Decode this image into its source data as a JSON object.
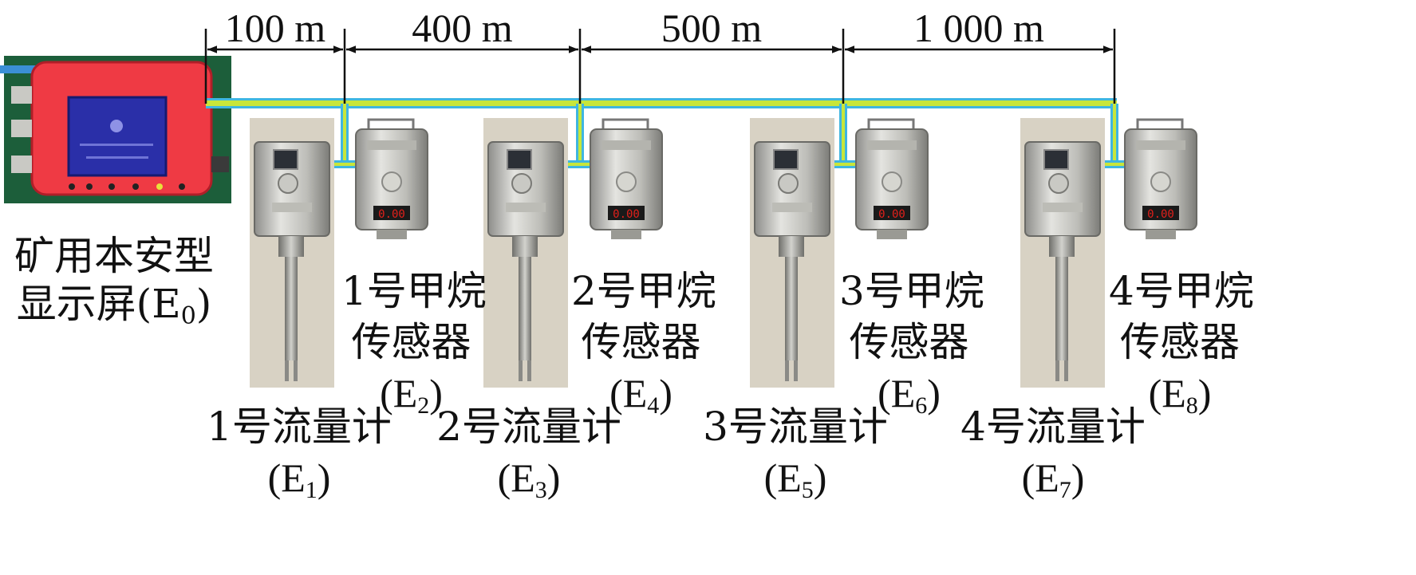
{
  "distances": [
    {
      "text": "100 m"
    },
    {
      "text": "400 m"
    },
    {
      "text": "500 m"
    },
    {
      "text": "1 000 m"
    }
  ],
  "display": {
    "line1": "矿用本安型",
    "line2_prefix": "显示屏(E",
    "sub": "0",
    "suffix": ")"
  },
  "sensors": [
    {
      "line1": "1号甲烷",
      "line2": "传感器",
      "code_prefix": "(E",
      "code_sub": "2",
      "code_suffix": ")",
      "reading": "0.00"
    },
    {
      "line1": "2号甲烷",
      "line2": "传感器",
      "code_prefix": "(E",
      "code_sub": "4",
      "code_suffix": ")",
      "reading": "0.00"
    },
    {
      "line1": "3号甲烷",
      "line2": "传感器",
      "code_prefix": "(E",
      "code_sub": "6",
      "code_suffix": ")",
      "reading": "0.00"
    },
    {
      "line1": "4号甲烷",
      "line2": "传感器",
      "code_prefix": "(E",
      "code_sub": "8",
      "code_suffix": ")",
      "reading": "0.00"
    }
  ],
  "flowmeters": [
    {
      "line1": "1号流量计",
      "code_prefix": "(E",
      "code_sub": "1",
      "code_suffix": ")"
    },
    {
      "line1": "2号流量计",
      "code_prefix": "(E",
      "code_sub": "3",
      "code_suffix": ")"
    },
    {
      "line1": "3号流量计",
      "code_prefix": "(E",
      "code_sub": "5",
      "code_suffix": ")"
    },
    {
      "line1": "4号流量计",
      "code_prefix": "(E",
      "code_sub": "7",
      "code_suffix": ")"
    }
  ],
  "colors": {
    "cable_outer": "#3fb6e0",
    "cable_inner": "#c8e63a",
    "display_body": "#ef3a44",
    "display_screen": "#2a2fa8",
    "display_bg": "#1c5e3a",
    "photo_bg": "#d8d2c4",
    "led": "#e0201a"
  }
}
